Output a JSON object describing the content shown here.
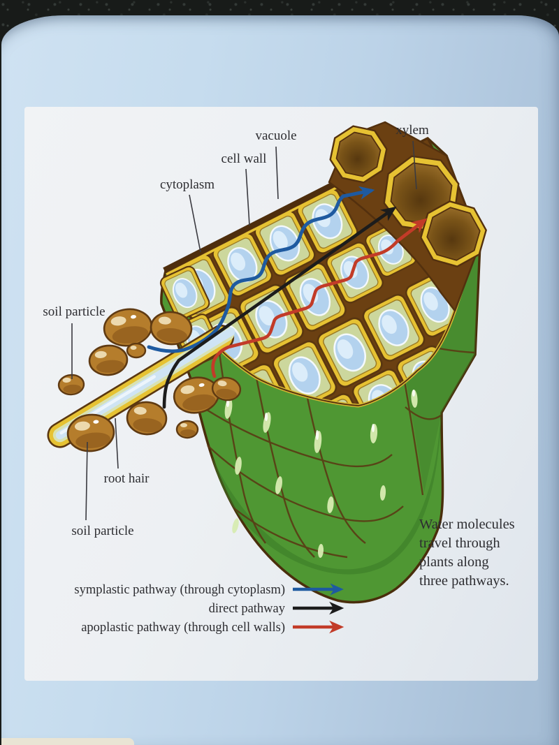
{
  "scene": {
    "description": "Photograph of a textbook page lying on a dark granite surface",
    "surface_color": "#181b19",
    "page_color": "#c6dcee",
    "panel_color": "#eef1f4"
  },
  "figure": {
    "part_labels": {
      "vacuole": "vacuole",
      "cell_wall": "cell wall",
      "cytoplasm": "cytoplasm",
      "xylem": "xylem",
      "soil_particle_top": "soil particle",
      "root_hair": "root hair",
      "soil_particle_bottom": "soil particle"
    },
    "caption": {
      "lines": [
        "Water molecules",
        "travel through",
        "plants along",
        "three pathways."
      ]
    },
    "legend": {
      "items": [
        {
          "pathway": "symplastic",
          "label": "symplastic pathway (through cytoplasm)",
          "arrow_color": "#1e5aa0"
        },
        {
          "pathway": "direct",
          "label": "direct pathway",
          "arrow_color": "#1c1c1c"
        },
        {
          "pathway": "apoplastic",
          "label": "apoplastic pathway (through cell walls)",
          "arrow_color": "#c23b28"
        }
      ]
    },
    "colors": {
      "cell_wall_yellow": "#e6c233",
      "cytoplasm_green": "#ccd79d",
      "vacuole_blue": "#b3d2ee",
      "intercellular_brown": "#6b4012",
      "xylem_brown": "#7a5518",
      "tissue_green": "#4f9733",
      "soil_brown": "#b57d2c"
    }
  }
}
